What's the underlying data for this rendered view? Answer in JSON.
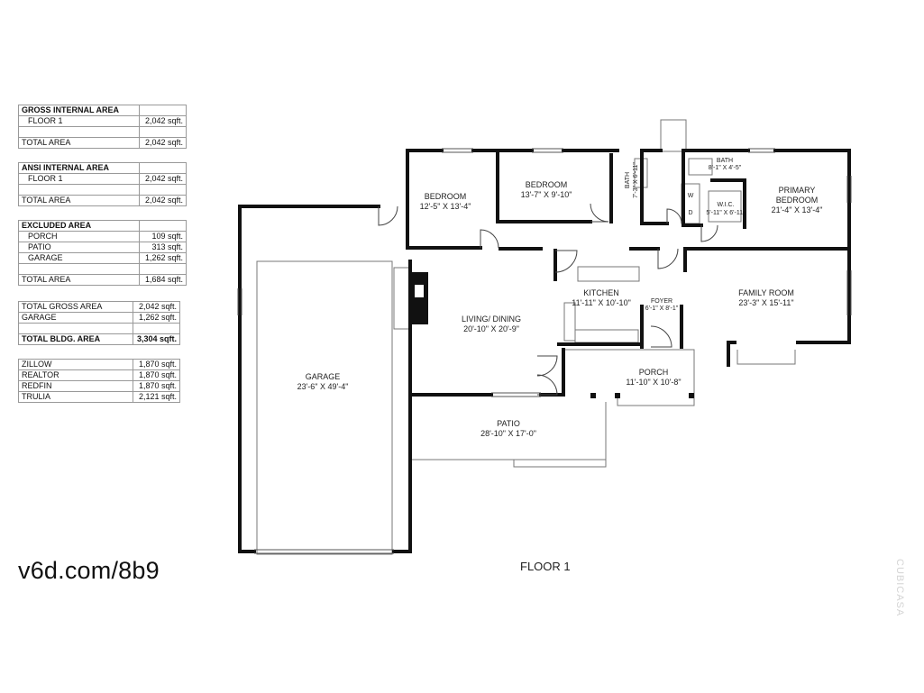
{
  "tables": {
    "gross": {
      "header": "GROSS INTERNAL AREA",
      "rows": [
        {
          "label": "FLOOR 1",
          "value": "2,042 sqft."
        },
        {
          "label": "",
          "value": ""
        },
        {
          "label": "TOTAL AREA",
          "value": "2,042 sqft."
        }
      ]
    },
    "ansi": {
      "header": "ANSI INTERNAL AREA",
      "rows": [
        {
          "label": "FLOOR 1",
          "value": "2,042 sqft."
        },
        {
          "label": "",
          "value": ""
        },
        {
          "label": "TOTAL AREA",
          "value": "2,042 sqft."
        }
      ]
    },
    "excluded": {
      "header": "EXCLUDED AREA",
      "rows": [
        {
          "label": "PORCH",
          "value": "109 sqft."
        },
        {
          "label": "PATIO",
          "value": "313 sqft."
        },
        {
          "label": "GARAGE",
          "value": "1,262 sqft."
        },
        {
          "label": "",
          "value": ""
        },
        {
          "label": "TOTAL AREA",
          "value": "1,684 sqft."
        }
      ]
    },
    "totals": {
      "rows": [
        {
          "label": "TOTAL GROSS AREA",
          "value": "2,042 sqft."
        },
        {
          "label": "GARAGE",
          "value": "1,262 sqft."
        },
        {
          "label": "",
          "value": ""
        },
        {
          "label": "TOTAL BLDG. AREA",
          "value": "3,304 sqft."
        }
      ]
    },
    "estimates": {
      "rows": [
        {
          "label": "ZILLOW",
          "value": "1,870 sqft."
        },
        {
          "label": "REALTOR",
          "value": "1,870 sqft."
        },
        {
          "label": "REDFIN",
          "value": "1,870 sqft."
        },
        {
          "label": "TRULIA",
          "value": "2,121 sqft."
        }
      ]
    }
  },
  "url": "v6d.com/8b9",
  "floor_label": "FLOOR 1",
  "watermark": "CUBICASA",
  "rooms": {
    "bedroom_1": {
      "name": "BEDROOM",
      "dims": "12'-5\" X 13'-4\""
    },
    "bedroom_2": {
      "name": "BEDROOM",
      "dims": "13'-7\" X 9'-10\""
    },
    "bath_1": {
      "name": "BATH",
      "dims": "7'-3\" X 6'-11\""
    },
    "bath_2": {
      "name": "BATH",
      "dims": "8'-1\" X 4'-5\""
    },
    "wic": {
      "name": "W.I.C.",
      "dims": "5'-11\" X 6'-11\""
    },
    "primary_bedroom": {
      "name_1": "PRIMARY",
      "name_2": "BEDROOM",
      "dims": "21'-4\" X 13'-4\""
    },
    "kitchen": {
      "name": "KITCHEN",
      "dims": "11'-11\" X 10'-10\""
    },
    "foyer": {
      "name": "FOYER",
      "dims": "6'-1\" X 8'-1\""
    },
    "family_room": {
      "name": "FAMILY ROOM",
      "dims": "23'-3\" X 15'-11\""
    },
    "living_dining": {
      "name": "LIVING/ DINING",
      "dims": "20'-10\" X 20'-9\""
    },
    "porch": {
      "name": "PORCH",
      "dims": "11'-10\" X 10'-8\""
    },
    "patio": {
      "name": "PATIO",
      "dims": "28'-10\" X 17'-0\""
    },
    "garage": {
      "name": "GARAGE",
      "dims": "23'-6\" X 49'-4\""
    },
    "washer": "W",
    "dryer": "D"
  }
}
